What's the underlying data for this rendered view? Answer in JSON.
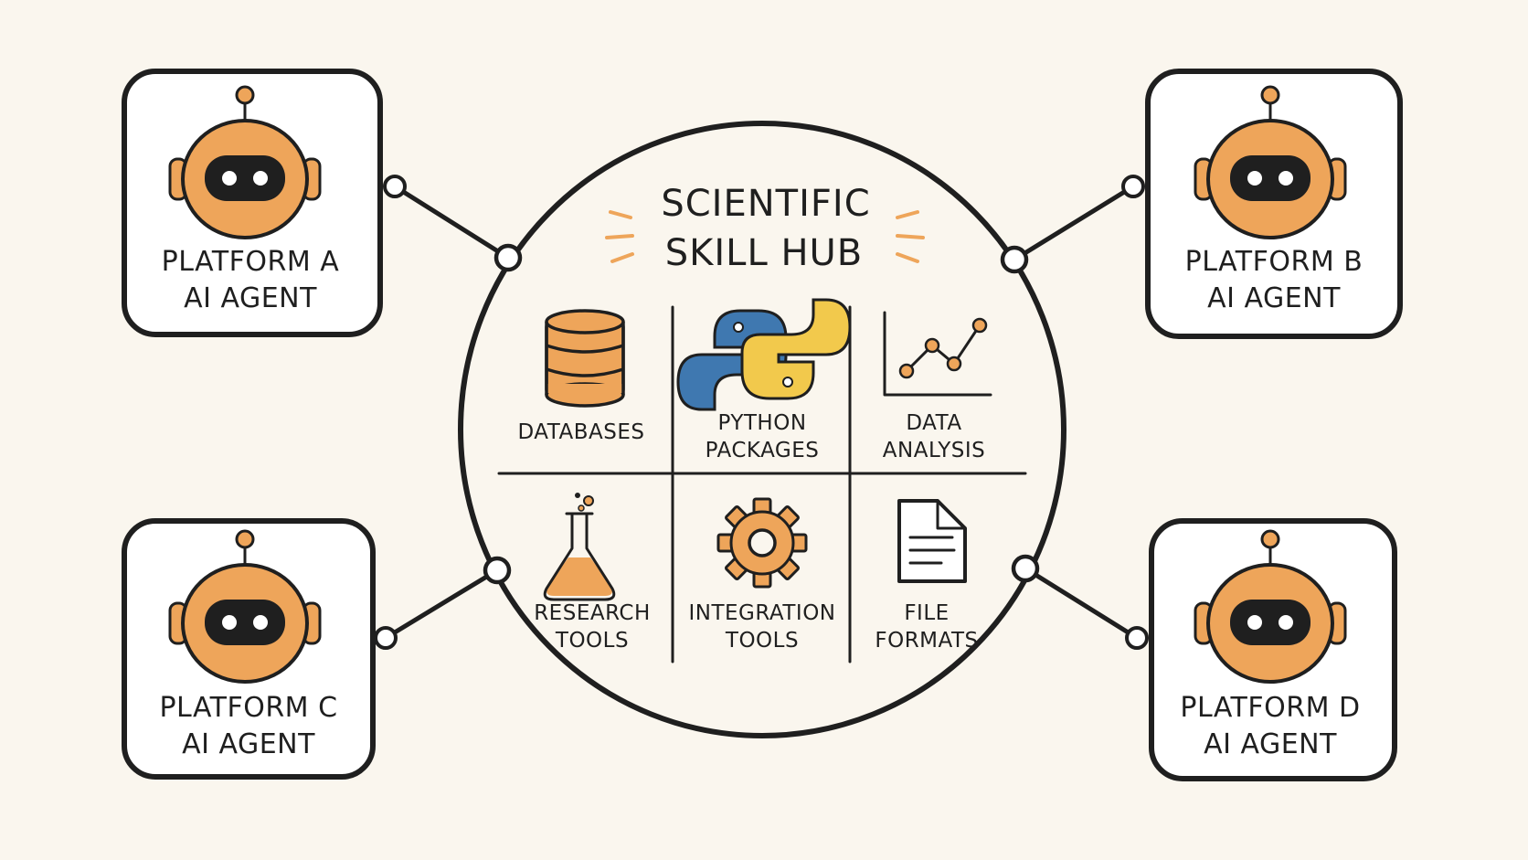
{
  "hub": {
    "title_line1": "SCIENTIFIC",
    "title_line2": "SKILL HUB"
  },
  "skills": [
    {
      "line1": "DATABASES",
      "line2": "",
      "icon": "database-icon"
    },
    {
      "line1": "PYTHON",
      "line2": "PACKAGES",
      "icon": "python-icon"
    },
    {
      "line1": "DATA",
      "line2": "ANALYSIS",
      "icon": "line-chart-icon"
    },
    {
      "line1": "RESEARCH",
      "line2": "TOOLS",
      "icon": "flask-icon"
    },
    {
      "line1": "INTEGRATION",
      "line2": "TOOLS",
      "icon": "gear-icon"
    },
    {
      "line1": "FILE",
      "line2": "FORMATS",
      "icon": "document-icon"
    }
  ],
  "agents": [
    {
      "line1": "PLATFORM A",
      "line2": "AI AGENT",
      "icon": "robot-icon"
    },
    {
      "line1": "PLATFORM B",
      "line2": "AI AGENT",
      "icon": "robot-icon"
    },
    {
      "line1": "PLATFORM C",
      "line2": "AI AGENT",
      "icon": "robot-icon"
    },
    {
      "line1": "PLATFORM D",
      "line2": "AI AGENT",
      "icon": "robot-icon"
    }
  ],
  "colors": {
    "background": "#faf6ee",
    "ink": "#1f1f1f",
    "accent_orange": "#eea55a",
    "python_blue": "#3f78b0",
    "python_yellow": "#f2c94c"
  }
}
